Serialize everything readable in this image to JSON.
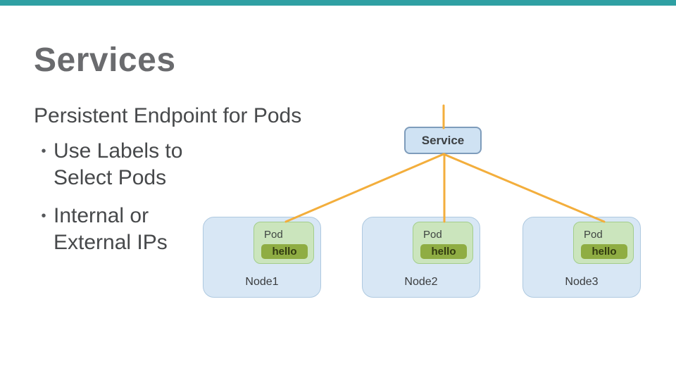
{
  "slide": {
    "accent_color": "#2FA0A3",
    "title": "Services",
    "subtitle": "Persistent Endpoint for Pods",
    "bullet_glyph": "•",
    "bullets": [
      "Use Labels to\nSelect Pods",
      "Internal or\nExternal IPs"
    ]
  },
  "diagram": {
    "service_label": "Service",
    "line_color": "#F3AE3C",
    "nodes": [
      {
        "label": "Node1",
        "pod_label": "Pod",
        "pod_tag": "hello"
      },
      {
        "label": "Node2",
        "pod_label": "Pod",
        "pod_tag": "hello"
      },
      {
        "label": "Node3",
        "pod_label": "Pod",
        "pod_tag": "hello"
      }
    ],
    "colors": {
      "service_fill": "#CFE2F3",
      "service_border": "#7E9CBB",
      "node_fill": "#D8E7F5",
      "node_border": "#AEC9E0",
      "pod_fill": "#CBE5BD",
      "pod_border": "#A3CD8C",
      "tag_fill": "#8FAD43",
      "tag_text_color": "#313A10",
      "title_color": "#6A6B6E",
      "body_text_color": "#47494B"
    }
  }
}
